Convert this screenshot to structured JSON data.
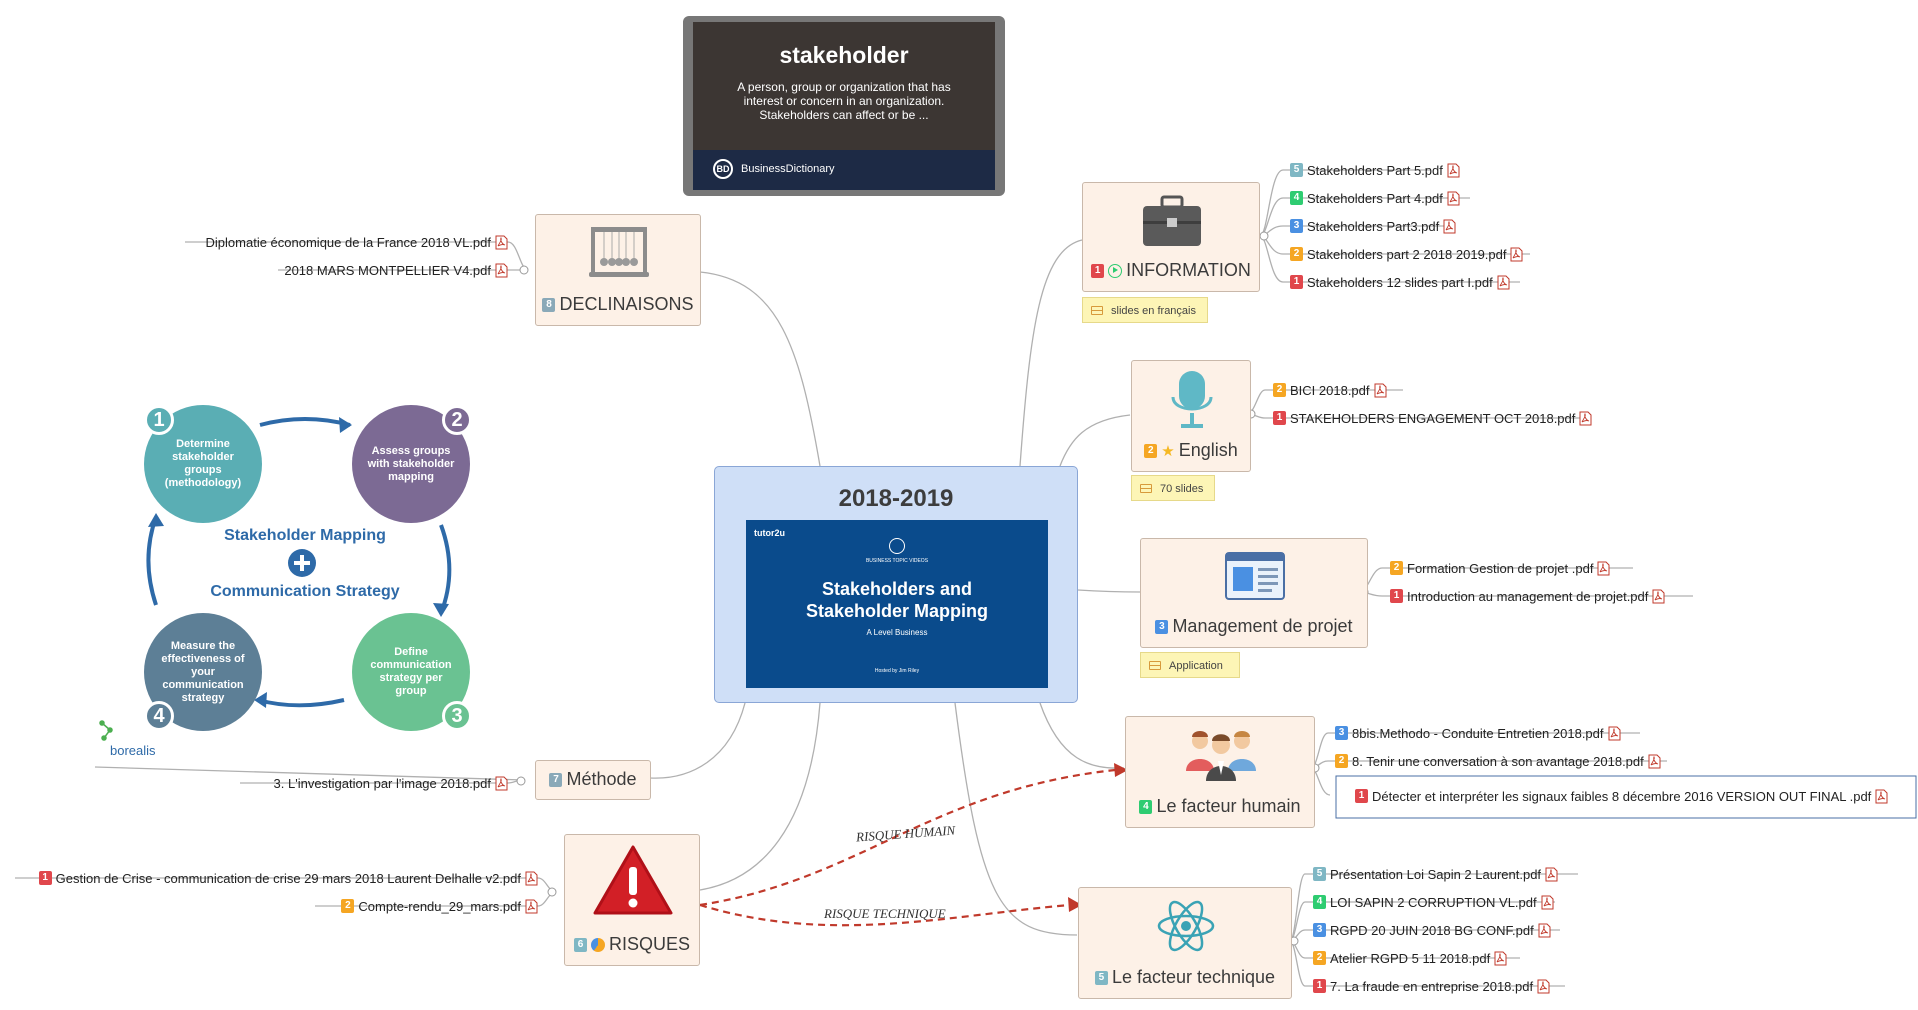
{
  "central": {
    "title": "2018-2019",
    "slide": {
      "brand": "tutor2u",
      "category": "BUSINESS TOPIC VIDEOS",
      "title": "Stakeholders and Stakeholder Mapping",
      "subtitle": "A Level Business",
      "host": "Hosted by Jim Riley"
    }
  },
  "definition_card": {
    "title": "stakeholder",
    "description": "A person, group or organization that has interest or concern in an organization. Stakeholders can affect or be ...",
    "source_logo": "BD",
    "source": "BusinessDictionary"
  },
  "cycle": {
    "center_top": "Stakeholder Mapping",
    "center_bottom": "Communication Strategy",
    "steps": [
      {
        "num": "1",
        "text": "Determine stakeholder groups (methodology)",
        "color": "#5aaeb4"
      },
      {
        "num": "2",
        "text": "Assess groups with stakeholder mapping",
        "color": "#7c6a94"
      },
      {
        "num": "3",
        "text": "Define communication strategy per group",
        "color": "#6ac292"
      },
      {
        "num": "4",
        "text": "Measure the effectiveness of your communication strategy",
        "color": "#5d7f96"
      }
    ],
    "logo": "borealis",
    "accent": "#2e6aa8"
  },
  "topics": {
    "information": {
      "num": "1",
      "label": "INFORMATION",
      "icon": "briefcase-icon",
      "note": "slides en français",
      "leaves": [
        {
          "num": "5",
          "text": "Stakeholders Part 5.pdf"
        },
        {
          "num": "4",
          "text": "Stakeholders Part 4.pdf"
        },
        {
          "num": "3",
          "text": "Stakeholders Part3.pdf"
        },
        {
          "num": "2",
          "text": "Stakeholders part 2 2018 2019.pdf"
        },
        {
          "num": "1",
          "text": "Stakeholders 12 slides part I.pdf"
        }
      ]
    },
    "english": {
      "num": "2",
      "label": "English",
      "icon": "microphone-icon",
      "note": "70 slides",
      "leaves": [
        {
          "num": "2",
          "text": "BICI 2018.pdf"
        },
        {
          "num": "1",
          "text": "STAKEHOLDERS ENGAGEMENT OCT 2018.pdf"
        }
      ]
    },
    "management": {
      "num": "3",
      "label": "Management de projet",
      "icon": "window-icon",
      "note": "Application",
      "leaves": [
        {
          "num": "2",
          "text": "Formation Gestion de projet .pdf"
        },
        {
          "num": "1",
          "text": "Introduction au management de projet.pdf"
        }
      ]
    },
    "facteur_humain": {
      "num": "4",
      "label": "Le facteur humain",
      "icon": "people-icon",
      "leaves": [
        {
          "num": "3",
          "text": "8bis.Methodo - Conduite Entretien 2018.pdf"
        },
        {
          "num": "2",
          "text": "8. Tenir une conversation à son avantage 2018.pdf"
        },
        {
          "num": "1",
          "text": "Détecter et interpréter les signaux faibles 8 décembre 2016 VERSION OUT FINAL .pdf"
        }
      ]
    },
    "facteur_technique": {
      "num": "5",
      "label": "Le facteur technique",
      "icon": "atom-icon",
      "leaves": [
        {
          "num": "5",
          "text": "Présentation Loi Sapin 2 Laurent.pdf"
        },
        {
          "num": "4",
          "text": "LOI SAPIN 2 CORRUPTION VL.pdf"
        },
        {
          "num": "3",
          "text": "RGPD 20 JUIN 2018 BG CONF.pdf"
        },
        {
          "num": "2",
          "text": "Atelier RGPD 5 11 2018.pdf"
        },
        {
          "num": "1",
          "text": "7. La fraude en entreprise 2018.pdf"
        }
      ]
    },
    "declinaisons": {
      "num": "8",
      "label": "DECLINAISONS",
      "icon": "newtons-cradle-icon",
      "leaves": [
        {
          "text": "Diplomatie économique de la France 2018 VL.pdf"
        },
        {
          "text": "2018 MARS MONTPELLIER V4.pdf"
        }
      ]
    },
    "methode": {
      "num": "7",
      "label": "Méthode",
      "leaves": [
        {
          "text": "3. L'investigation par l'image 2018.pdf"
        }
      ]
    },
    "risques": {
      "num": "6",
      "label": "RISQUES",
      "icon": "warning-icon",
      "leaves": [
        {
          "num": "1",
          "text": "Gestion de Crise - communication de crise 29 mars 2018 Laurent Delhalle v2.pdf"
        },
        {
          "num": "2",
          "text": "Compte-rendu_29_mars.pdf"
        }
      ]
    }
  },
  "relations": {
    "humain": "RISQUE HUMAIN",
    "technique": "RISQUE TECHNIQUE"
  },
  "colors": {
    "num_red": "#e0474c",
    "num_orange": "#f5a623",
    "num_blue": "#4a90e2",
    "num_green": "#2ecc71",
    "num_teal": "#7fb7c4",
    "relation": "#c0392b"
  }
}
